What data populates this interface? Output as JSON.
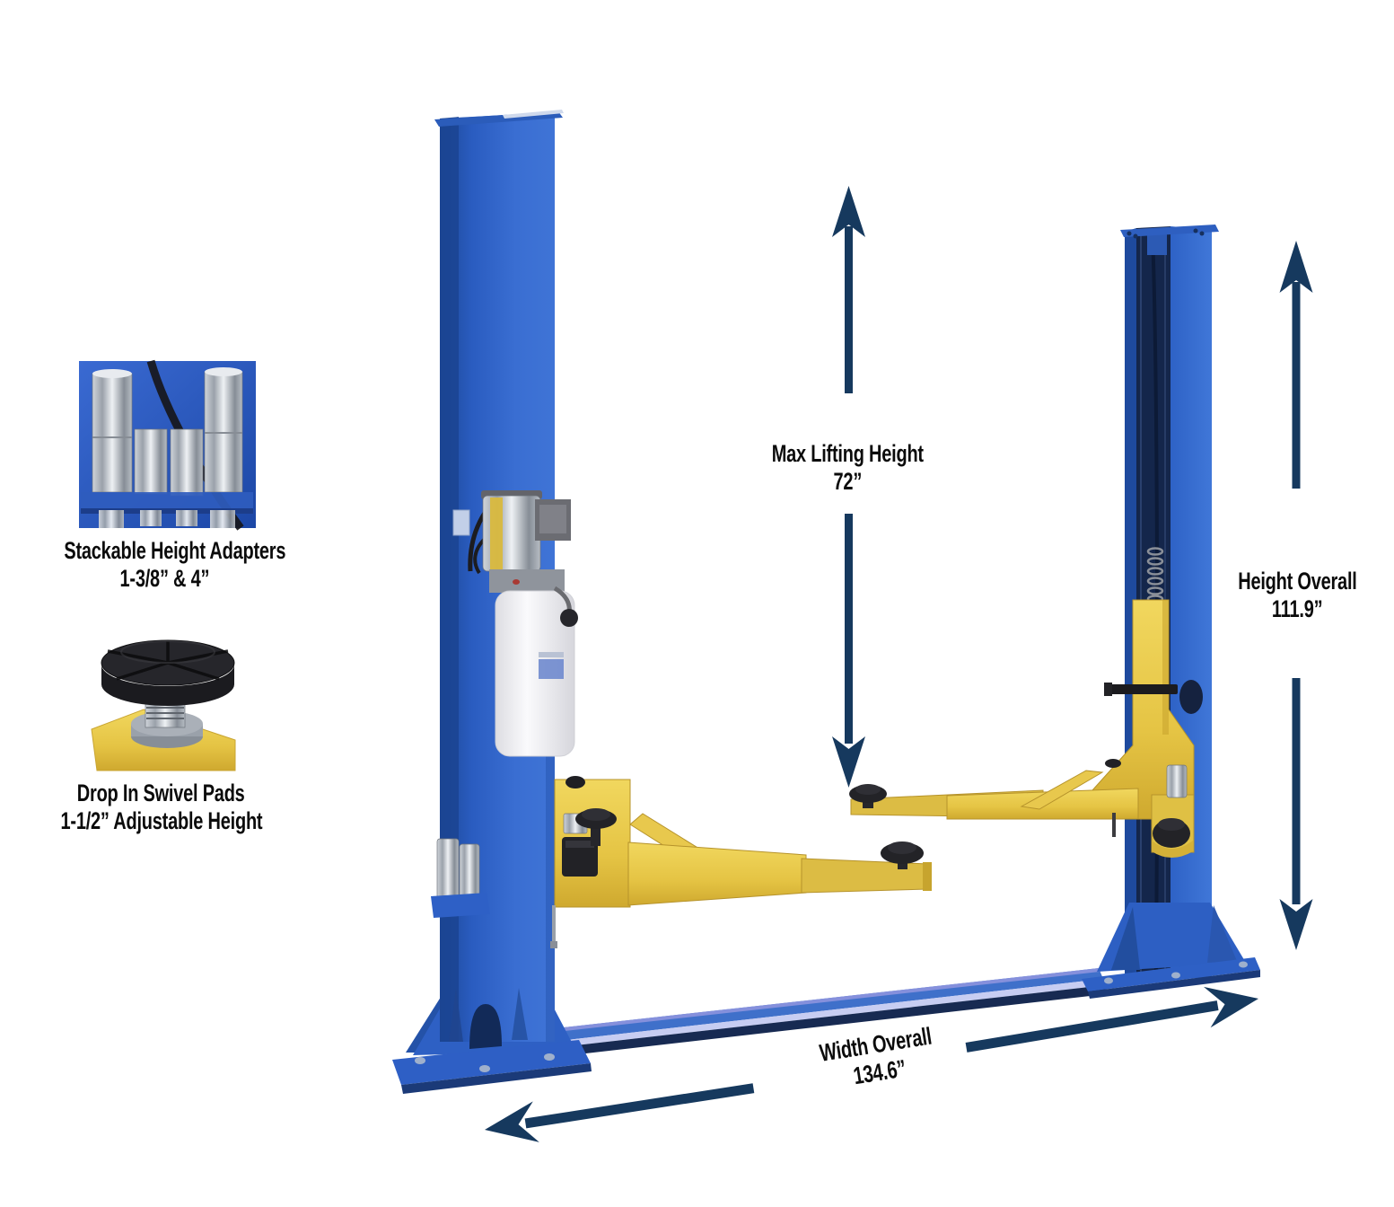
{
  "labels": {
    "max_lifting_height": {
      "title": "Max Lifting Height",
      "value": "72”"
    },
    "height_overall": {
      "title": "Height Overall",
      "value": "111.9”"
    },
    "width_overall": {
      "title": "Width Overall",
      "value": "134.6”"
    },
    "stackable_adapters": {
      "title": "Stackable Height Adapters",
      "value": "1-3/8” & 4”"
    },
    "swivel_pads": {
      "title": "Drop In Swivel Pads",
      "value": "1-1/2” Adjustable Height"
    }
  },
  "colors": {
    "arrow_navy": "#16395e",
    "post_blue": "#2e63c6",
    "post_blue_dark": "#1c4896",
    "arm_yellow": "#e8c84d",
    "pad_black": "#232327",
    "floor_highlight": "#c7cdf2",
    "inset_blue": "#2a5ec8",
    "background": "#ffffff"
  }
}
